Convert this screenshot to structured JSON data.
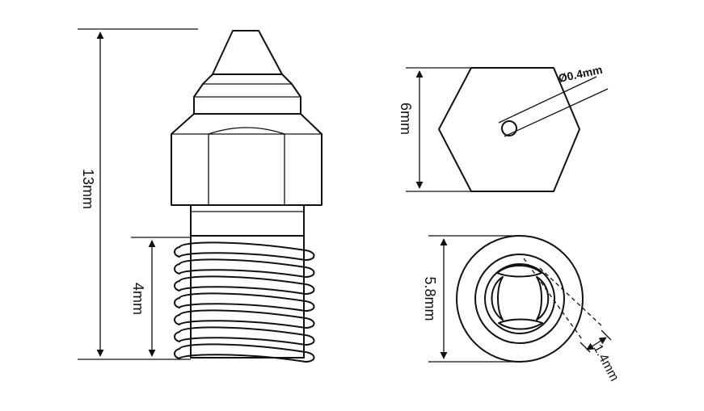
{
  "labels": {
    "total_length": "13mm",
    "thread_length": "4mm",
    "hex_size": "6mm",
    "nozzle_diameter": "Ø0.4mm",
    "thread_diameter": "5.8mm",
    "wall": "1.4mm"
  }
}
